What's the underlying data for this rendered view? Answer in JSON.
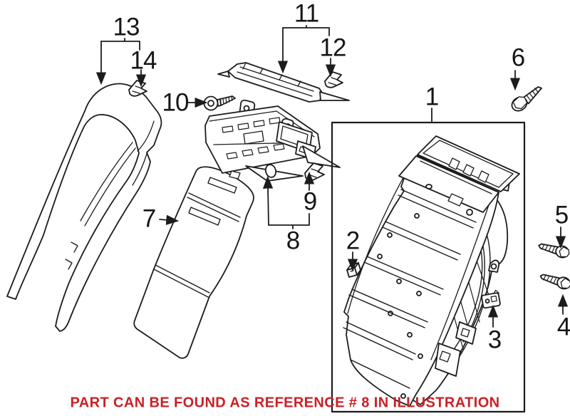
{
  "diagram": {
    "background": "#ffffff",
    "line_color": "#1c1c1c",
    "callouts": {
      "c1": "1",
      "c2": "2",
      "c3": "3",
      "c4": "4",
      "c5": "5",
      "c6": "6",
      "c7": "7",
      "c8": "8",
      "c9": "9",
      "c10": "10",
      "c11": "11",
      "c12": "12",
      "c13": "13",
      "c14": "14"
    },
    "banner": {
      "text": "PART CAN BE FOUND AS REFERENCE # 8 IN ILLUSTRATION",
      "color": "#cb2027"
    }
  }
}
